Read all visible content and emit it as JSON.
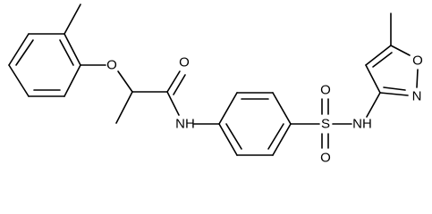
{
  "structure": {
    "atom_labels": {
      "ether_o": "O",
      "carbonyl_o": "O",
      "amide_nh": "NH",
      "sulfonyl_o_top": "O",
      "sulfonyl_s": "S",
      "sulfonyl_o_bottom": "O",
      "sulfonamide_nh": "NH",
      "ring_n": "N",
      "ring_o": "O"
    }
  }
}
